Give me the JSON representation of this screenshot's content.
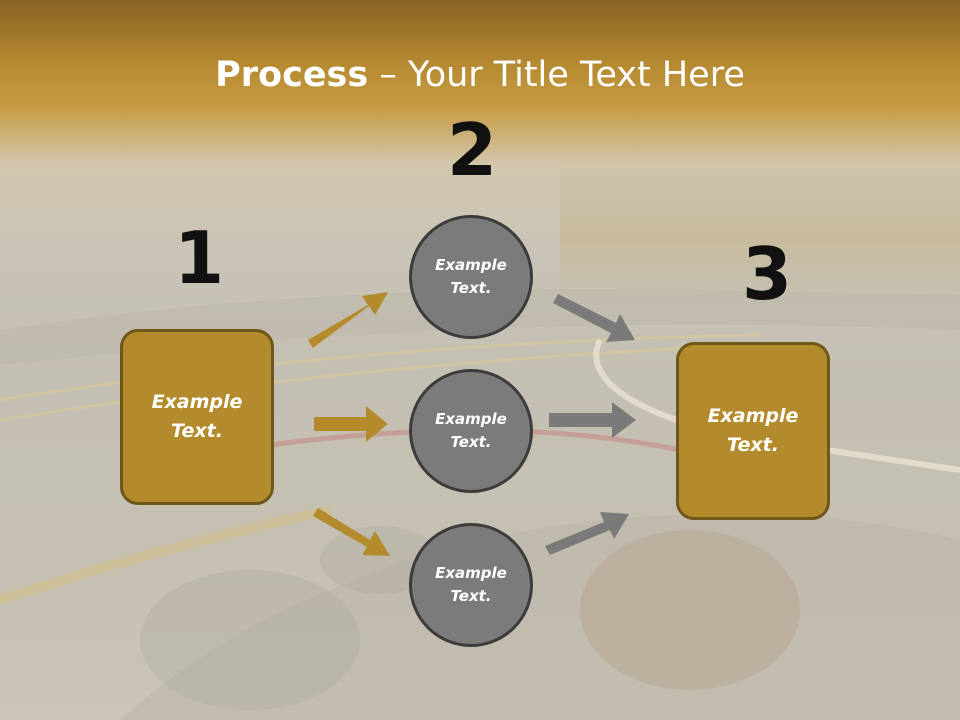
{
  "title": {
    "bold": "Process",
    "rest": " – Your Title Text Here"
  },
  "steps": [
    {
      "number": "1",
      "label": "Example\nText."
    },
    {
      "number": "2"
    },
    {
      "number": "3",
      "label": "Example\nText."
    }
  ],
  "circles": [
    {
      "label": "Example\nText."
    },
    {
      "label": "Example\nText."
    },
    {
      "label": "Example\nText."
    }
  ],
  "colors": {
    "box_fill": "#b38b2c",
    "box_border": "#6f5619",
    "circle_fill": "#7b7b7b",
    "circle_border": "#3c3c3c",
    "arrow_gold": "#b38b2c",
    "arrow_gray": "#7a7a7a"
  }
}
